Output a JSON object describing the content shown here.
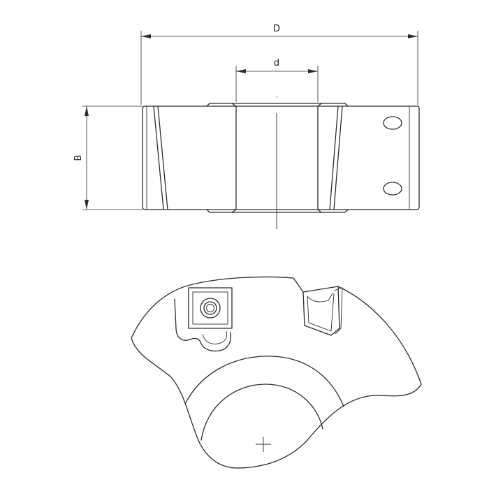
{
  "dimensions": {
    "outer_diameter_label": "D",
    "bore_diameter_label": "d",
    "width_label": "B"
  },
  "colors": {
    "background": "#ffffff",
    "line": "#2b2b2b"
  }
}
